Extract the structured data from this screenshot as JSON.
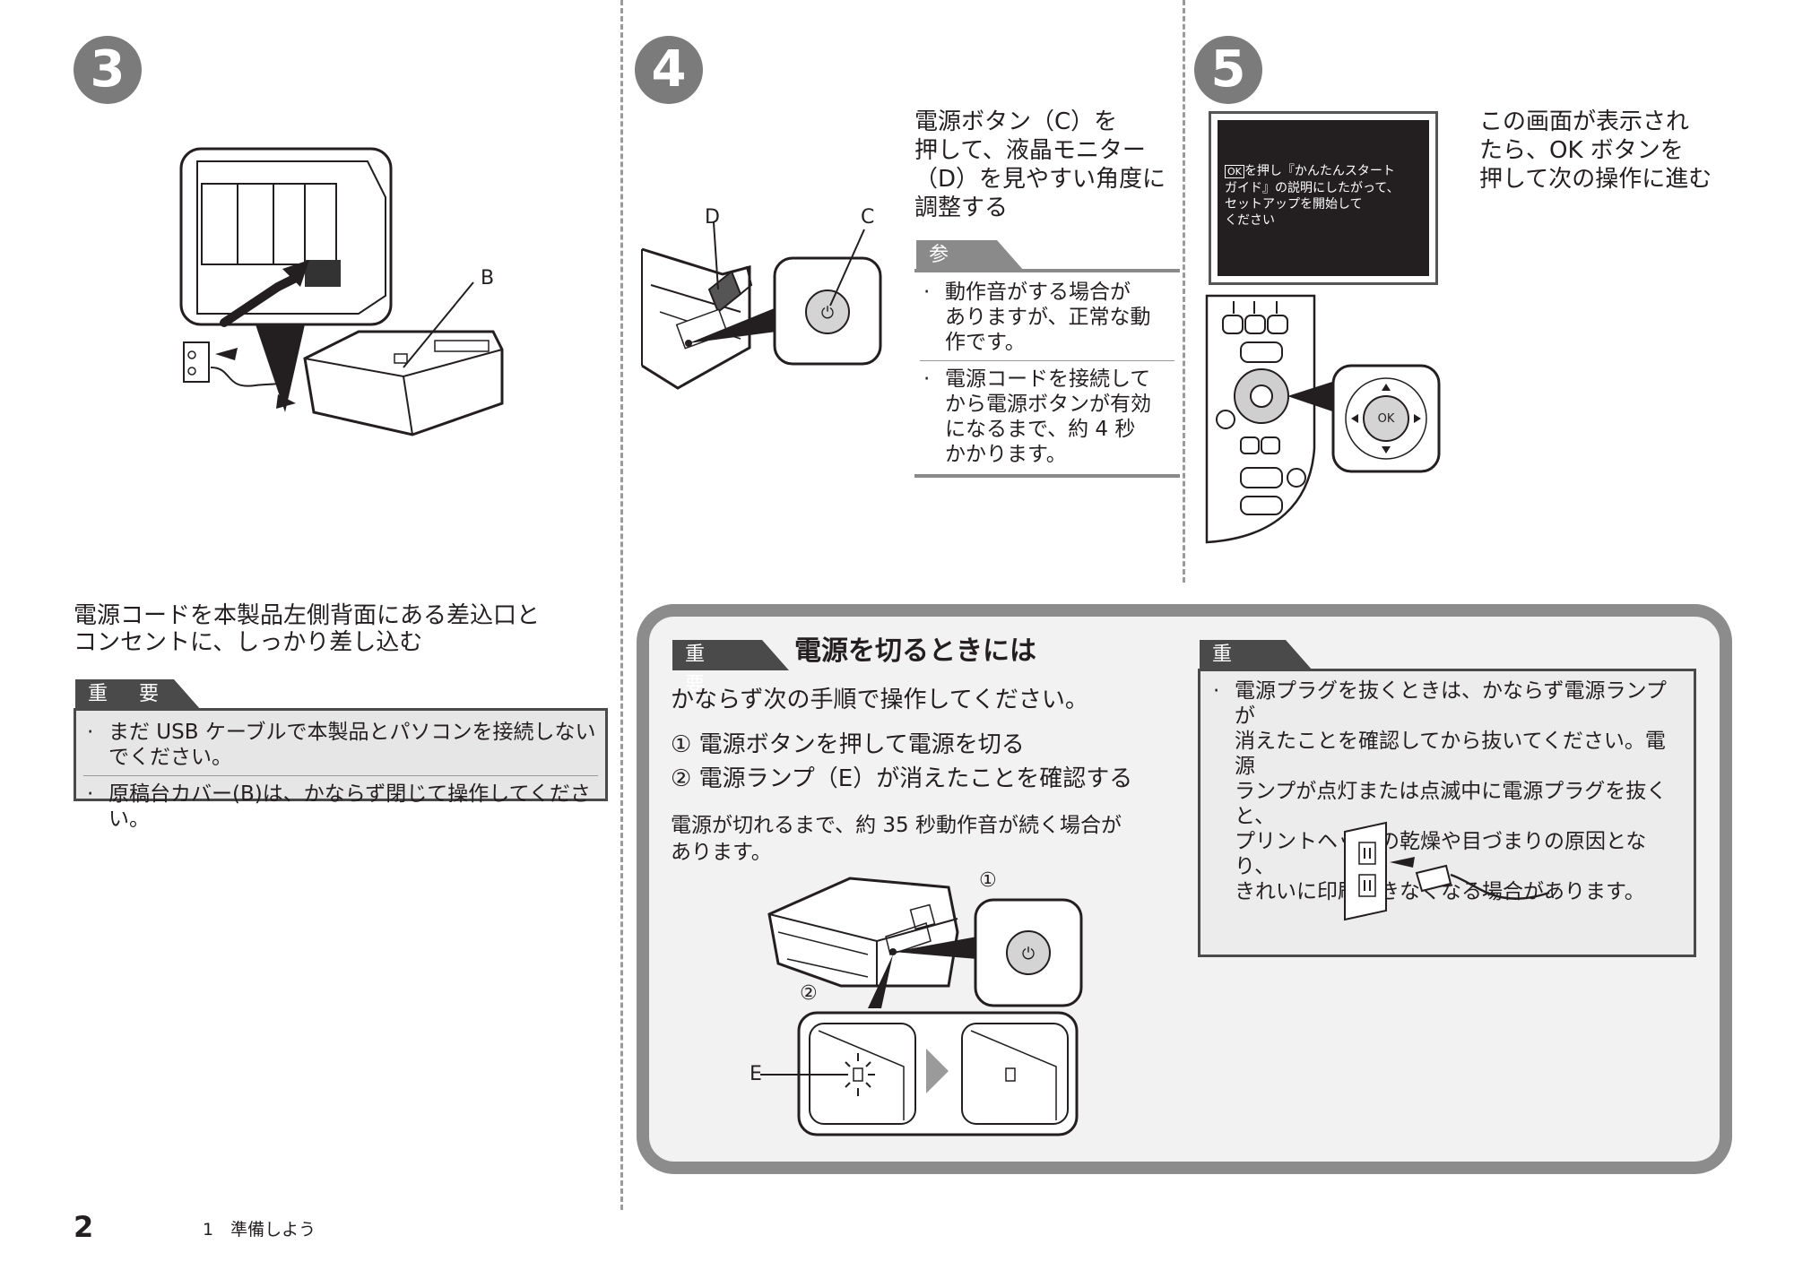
{
  "steps": {
    "s3": {
      "number": "3",
      "heading": "電源コードを本製品左側背面にある差込口と\nコンセントに、しっかり差し込む",
      "label_b": "B",
      "important_tag": "重 要",
      "important_items": [
        "まだ USB ケーブルで本製品とパソコンを接続しない\nでください。",
        "原稿台カバー(B)は、かならず閉じて操作してください。"
      ]
    },
    "s4": {
      "number": "4",
      "heading": "電源ボタン（C）を\n押して、液晶モニター\n（D）を見やすい角度に\n調整する",
      "label_c": "C",
      "label_d": "D",
      "ref_tag": "参 考",
      "ref_items": [
        "動作音がする場合が\nありますが、正常な動\n作です。",
        "電源コードを接続して\nから電源ボタンが有効\nになるまで、約 4 秒\nかかります。"
      ]
    },
    "s5": {
      "number": "5",
      "heading": "この画面が表示され\nたら、OK ボタンを\n押して次の操作に進む",
      "screen_ok": "OK",
      "screen_text": "を押し『かんたんスタート\nガイド』の説明にしたがって、\nセットアップを開始して\nください",
      "ok_button": "OK"
    }
  },
  "power_off": {
    "tag": "重 要",
    "title": "電源を切るときには",
    "intro": "かならず次の手順で操作してください。",
    "steps": [
      "① 電源ボタンを押して電源を切る",
      "② 電源ランプ（E）が消えたことを確認する"
    ],
    "note": "電源が切れるまで、約 35 秒動作音が続く場合が\nあります。",
    "label_1": "①",
    "label_2": "②",
    "label_e": "E",
    "important_tag": "重 要",
    "important_text": "電源プラグを抜くときは、かならず電源ランプが\n消えたことを確認してから抜いてください。電源\nランプが点灯または点滅中に電源プラグを抜くと、\nプリントヘッドの乾燥や目づまりの原因となり、\nきれいに印刷できなくなる場合があります。"
  },
  "footer": {
    "page_number": "2",
    "chapter": "1　準備しよう"
  }
}
